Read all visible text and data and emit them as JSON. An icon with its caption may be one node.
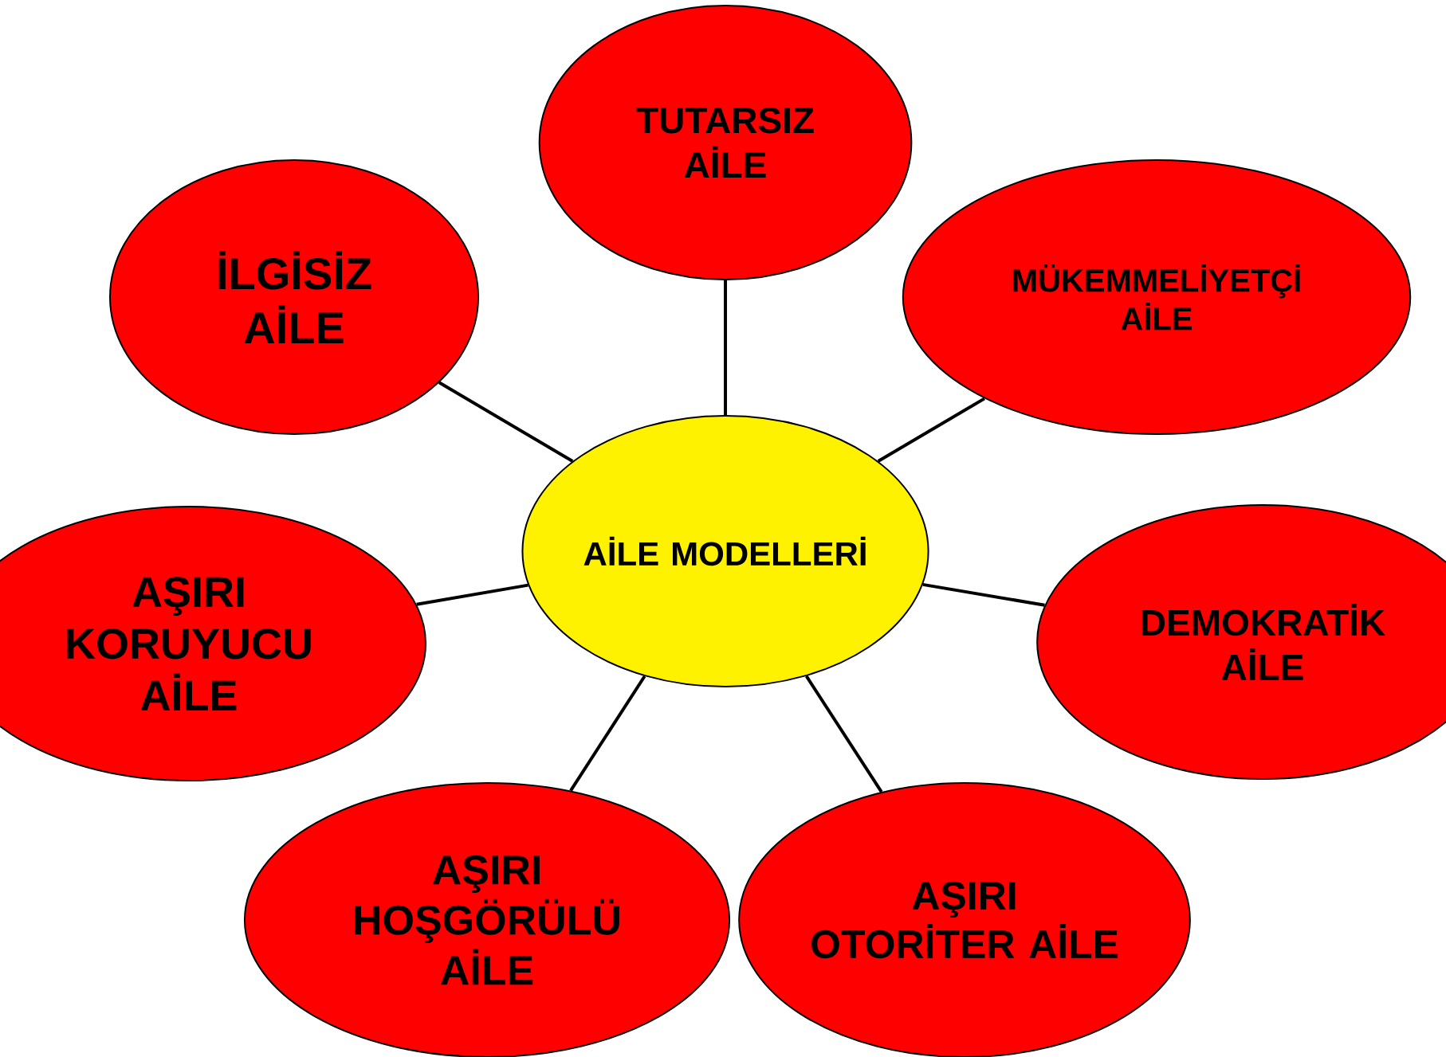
{
  "diagram": {
    "nodes": [
      {
        "text": [
          "AİLE MODELLERİ"
        ]
      },
      {
        "text": [
          "TUTARSIZ AİLE"
        ]
      },
      {
        "text": [
          "İLGİSİZ AİLE"
        ]
      },
      {
        "text": [
          "MÜKEMMELİYETÇİ AİLE"
        ]
      },
      {
        "text": [
          "AŞIRI KORUYUCU AİLE"
        ]
      },
      {
        "text": [
          "DEMOKRATİK AİLE"
        ]
      },
      {
        "text": [
          "AŞIRI HOŞGÖRÜLÜ AİLE"
        ]
      },
      {
        "text": [
          "AŞIRI OTORİTER AİLE"
        ]
      }
    ],
    "edges": [
      {
        "from": 0,
        "to": 1,
        "arrow": "none"
      },
      {
        "from": 0,
        "to": 2,
        "arrow": "none"
      },
      {
        "from": 0,
        "to": 3,
        "arrow": "none"
      },
      {
        "from": 0,
        "to": 4,
        "arrow": "none"
      },
      {
        "from": 0,
        "to": 5,
        "arrow": "none"
      },
      {
        "from": 0,
        "to": 6,
        "arrow": "none"
      },
      {
        "from": 0,
        "to": 7,
        "arrow": "none"
      }
    ]
  }
}
